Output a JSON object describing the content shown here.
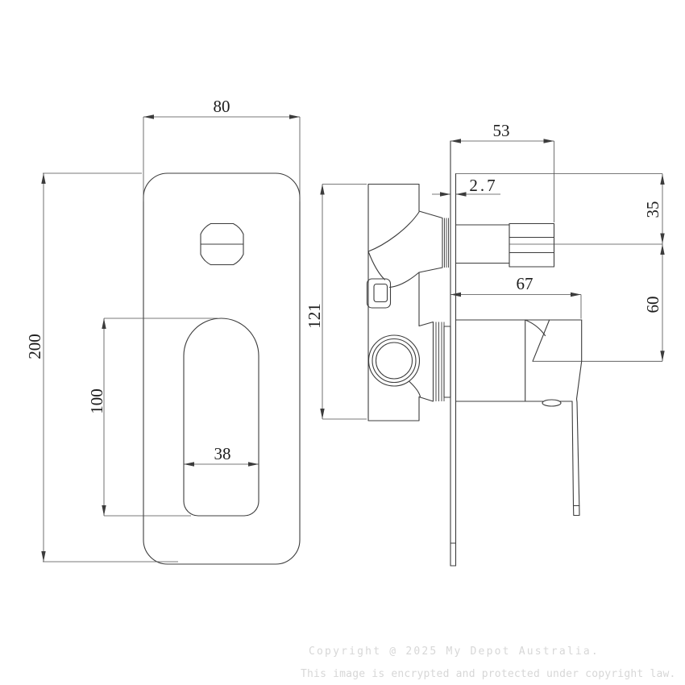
{
  "drawing": {
    "type": "technical-dimension-drawing",
    "subject": "wall mixer with diverter - front and side elevation",
    "dimensions": {
      "front": {
        "plate_width": "80",
        "plate_height": "200",
        "cutout_height": "100",
        "cutout_width": "38"
      },
      "side": {
        "depth_to_spout_end": "53",
        "plate_thickness": "2.7",
        "top_to_spout_centre": "35",
        "spout_to_handle_centre": "60",
        "handle_projection": "67",
        "body_height": "121"
      }
    }
  },
  "watermark": {
    "line1": "Copyright @ 2025 My Depot Australia.",
    "line2": "This image is encrypted and protected under copyright law."
  },
  "colors": {
    "background": "#ffffff",
    "geometry_line": "#3c3c3c",
    "dimension_line": "#4d4d4d",
    "dimension_text": "#1c1c1c",
    "watermark_text": "#d7d7d7"
  }
}
